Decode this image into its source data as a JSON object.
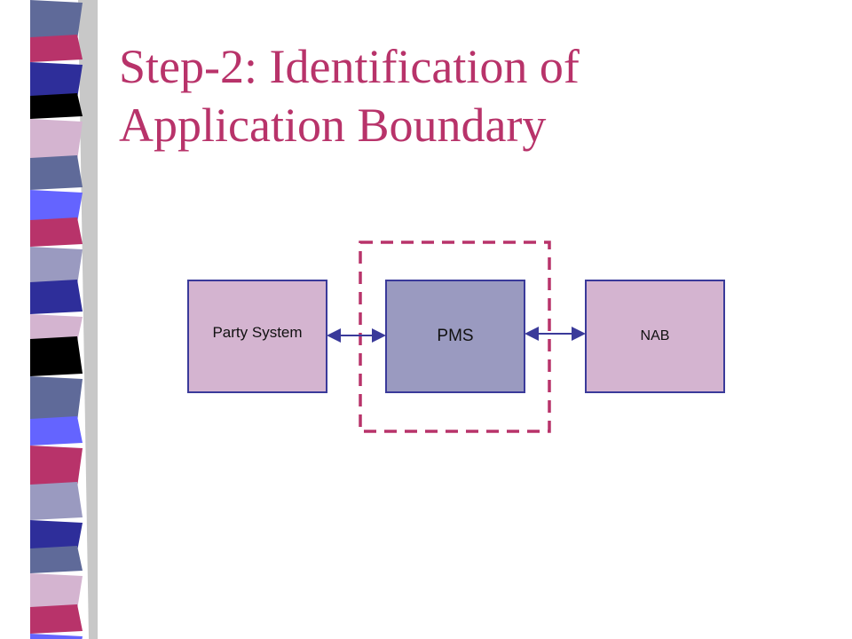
{
  "title": {
    "line1": "Step-2: Identification of",
    "line2": "Application Boundary"
  },
  "diagram": {
    "nodes": {
      "party_system": "Party System",
      "pms": "PMS",
      "nab": "NAB"
    },
    "edges": [
      {
        "from": "Party System",
        "to": "PMS",
        "direction": "bidirectional"
      },
      {
        "from": "PMS",
        "to": "NAB",
        "direction": "bidirectional"
      }
    ],
    "boundary_encloses": "PMS"
  },
  "colors": {
    "title": "#b8336a",
    "peripheral_box_fill": "#d4b4d0",
    "pms_box_fill": "#9a9ac0",
    "box_border": "#3a3a9a",
    "boundary_stroke": "#b8336a",
    "arrow": "#3a3a9a"
  }
}
